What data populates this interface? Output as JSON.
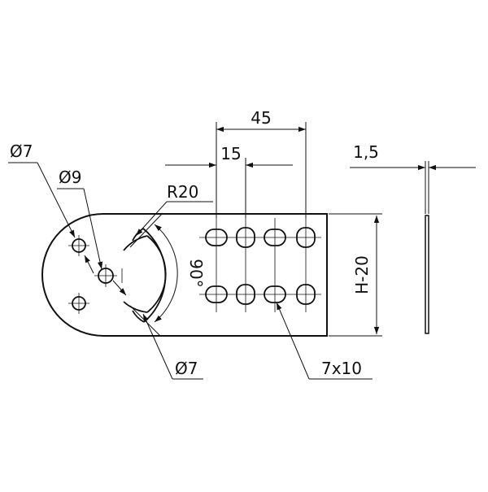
{
  "colors": {
    "ink": "#111111",
    "background": "#ffffff"
  },
  "dimensions": {
    "overall_span": "45",
    "hole_pitch": "15",
    "thickness": "1,5",
    "slot_radius": "R20",
    "slot_angle": "90°",
    "height": "H-20",
    "slot_hole_size": "7x10",
    "top_hole_dia": "Ø7",
    "center_hole_dia": "Ø9",
    "bottom_hole_dia": "Ø7"
  }
}
